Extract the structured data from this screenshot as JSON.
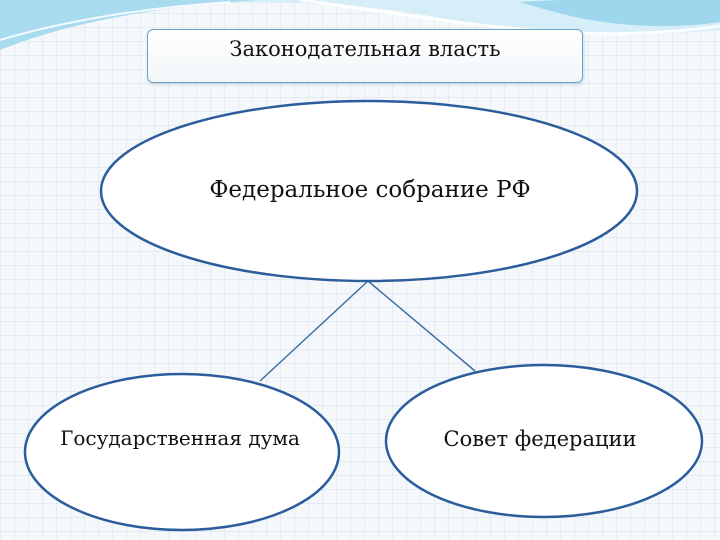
{
  "title": "Законодательная власть",
  "nodes": {
    "federal_assembly": "Федеральное собрание РФ",
    "state_duma": "Государственная дума",
    "federation_council": "Совет федерации"
  },
  "colors": {
    "node_border": "#2b5d9c",
    "connector": "#3d6fa3",
    "title_border": "#6aa3c2",
    "swoosh_light": "#bfe4f3",
    "swoosh_mid": "#7cc7e6"
  }
}
